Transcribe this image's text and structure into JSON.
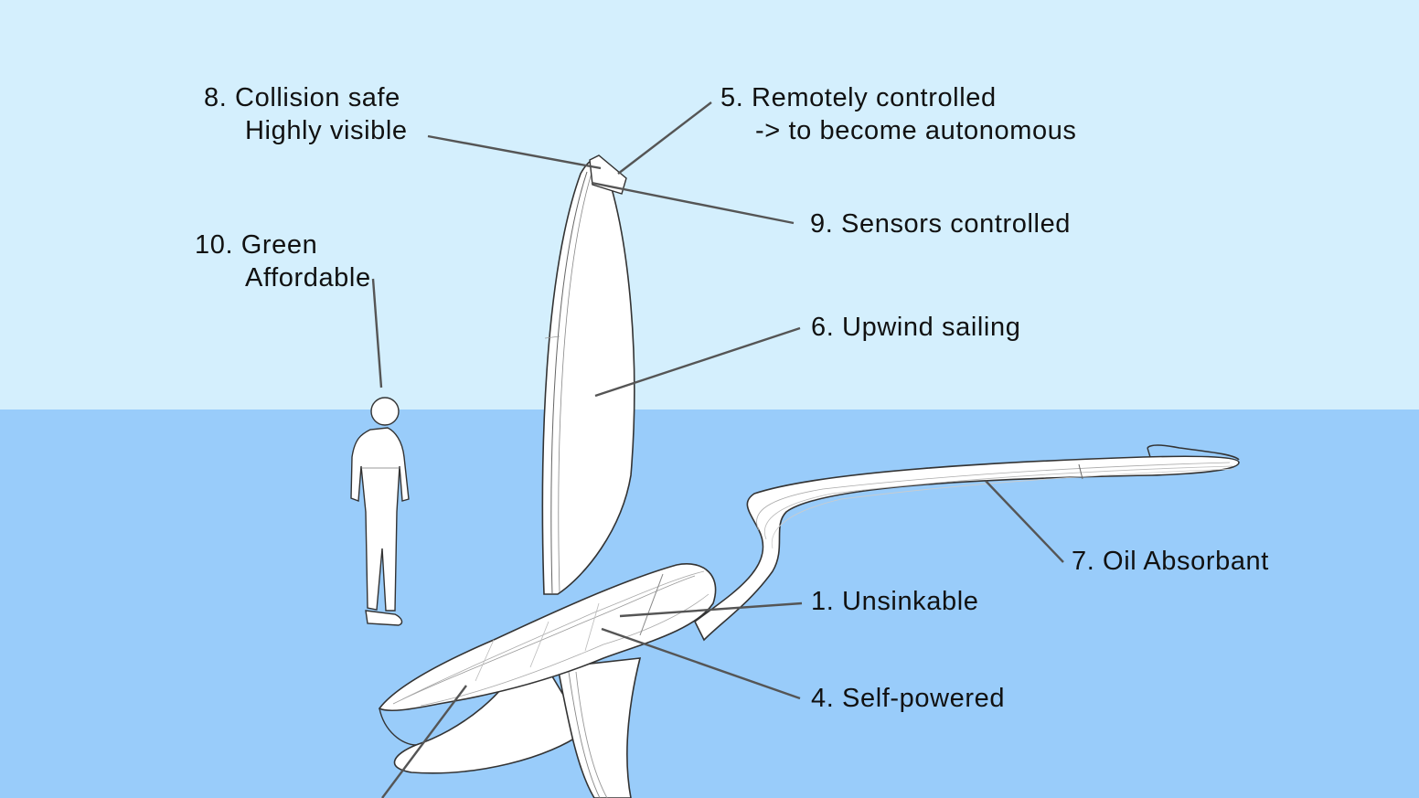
{
  "colors": {
    "sky": "#d4effd",
    "water": "#99ccfa",
    "leader": "#555555",
    "text": "#111111",
    "drawing_fill": "#ffffff",
    "drawing_stroke": "#333333"
  },
  "labels": {
    "l1": {
      "text": "1. Unsinkable"
    },
    "l4": {
      "text": "4. Self-powered"
    },
    "l5": {
      "line1": "5. Remotely controlled",
      "line2": "-> to become autonomous"
    },
    "l6": {
      "text": "6. Upwind sailing"
    },
    "l7": {
      "text": "7. Oil Absorbant"
    },
    "l8": {
      "line1": "8. Collision safe",
      "line2": "Highly visible"
    },
    "l9": {
      "text": "9. Sensors controlled"
    },
    "l10": {
      "line1": "10. Green",
      "line2": "Affordable"
    }
  }
}
